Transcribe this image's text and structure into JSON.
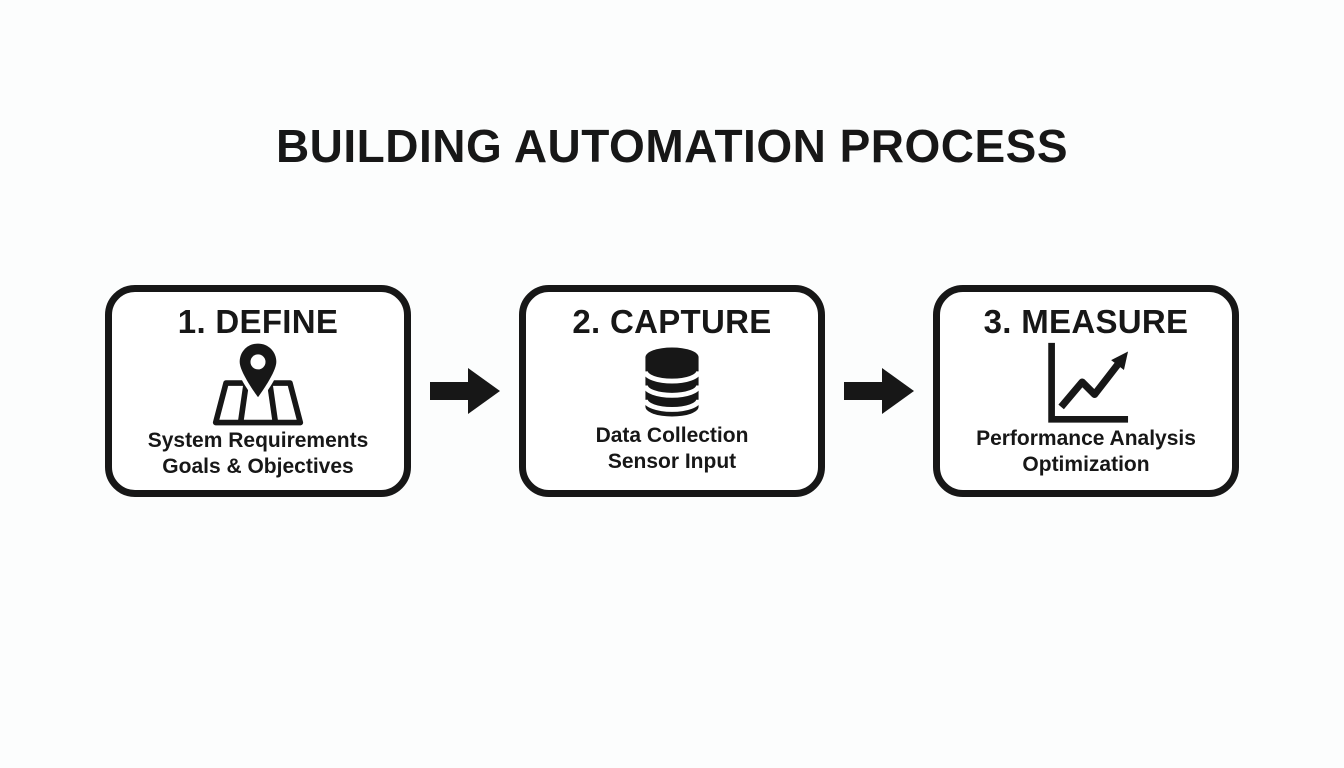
{
  "title": "BUILDING AUTOMATION PROCESS",
  "colors": {
    "ink": "#171717",
    "background": "#fcfdfd",
    "box_fill": "#ffffff"
  },
  "steps": [
    {
      "heading": "1. DEFINE",
      "icon": "map-pin-icon",
      "lines": [
        "System Requirements",
        "Goals & Objectives"
      ]
    },
    {
      "heading": "2. CAPTURE",
      "icon": "database-icon",
      "lines": [
        "Data Collection",
        "Sensor Input"
      ]
    },
    {
      "heading": "3. MEASURE",
      "icon": "line-chart-icon",
      "lines": [
        "Performance Analysis",
        "Optimization"
      ]
    }
  ],
  "connector_icon": "arrow-right-icon"
}
